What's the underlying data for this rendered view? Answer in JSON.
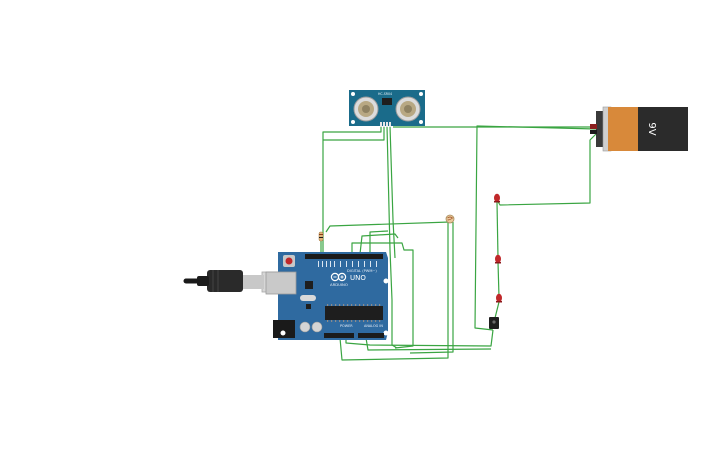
{
  "colors": {
    "wire": "#3aa542",
    "board": "#2f6aa0",
    "board_dark": "#1f4c78",
    "sensor": "#1a6b8a",
    "led": "#c0282a",
    "battery_body": "#2b2b2b",
    "battery_label": "#d8893a"
  },
  "board": {
    "brand": "ARDUINO",
    "model": "UNO",
    "header_top": "DIGITAL (PWM~)",
    "header_power": "POWER",
    "header_analog": "ANALOG IN"
  },
  "sensor": {
    "label": "HC-SR04"
  },
  "battery": {
    "label": "9V"
  },
  "icons": {
    "usb": "usb-cable-icon",
    "led": "led-icon",
    "photoresistor": "photoresistor-icon",
    "resistor": "resistor-icon",
    "buzzer": "buzzer-icon"
  }
}
